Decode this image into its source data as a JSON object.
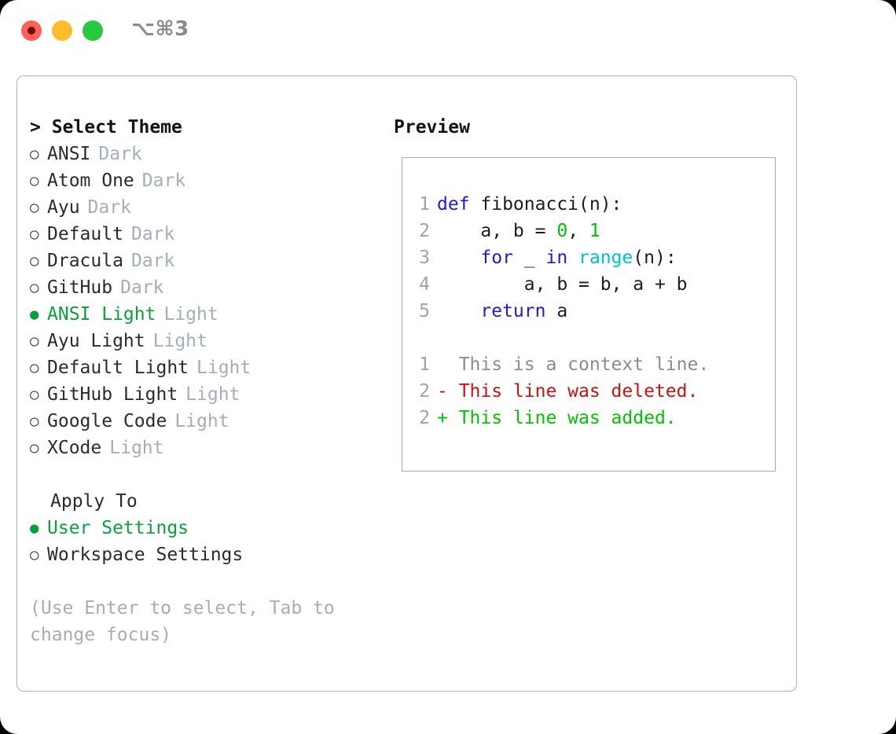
{
  "window": {
    "traffic_lights": [
      "close-red",
      "minimize-yellow",
      "maximize-green"
    ],
    "shortcut_label": "⌥⌘3",
    "colors": {
      "red": "#fe6158",
      "yellow": "#ffbd2e",
      "green": "#28c840",
      "accent_green": "#0aa03c",
      "muted": "#a4adbb",
      "border": "#a8b2bf"
    }
  },
  "theme_picker": {
    "title": "> Select Theme",
    "selected_bullet": "●",
    "unselected_bullet": "○",
    "items": [
      {
        "name": "ANSI",
        "category": "Dark",
        "selected": false
      },
      {
        "name": "Atom One",
        "category": "Dark",
        "selected": false
      },
      {
        "name": "Ayu",
        "category": "Dark",
        "selected": false
      },
      {
        "name": "Default",
        "category": "Dark",
        "selected": false
      },
      {
        "name": "Dracula",
        "category": "Dark",
        "selected": false
      },
      {
        "name": "GitHub",
        "category": "Dark",
        "selected": false
      },
      {
        "name": "ANSI Light",
        "category": "Light",
        "selected": true
      },
      {
        "name": "Ayu Light",
        "category": "Light",
        "selected": false
      },
      {
        "name": "Default Light",
        "category": "Light",
        "selected": false
      },
      {
        "name": "GitHub Light",
        "category": "Light",
        "selected": false
      },
      {
        "name": "Google Code",
        "category": "Light",
        "selected": false
      },
      {
        "name": "XCode",
        "category": "Light",
        "selected": false
      }
    ]
  },
  "apply_to": {
    "label": "Apply To",
    "options": [
      {
        "name": "User Settings",
        "selected": true
      },
      {
        "name": "Workspace Settings",
        "selected": false
      }
    ]
  },
  "help": {
    "text": "(Use Enter to select, Tab to change focus)"
  },
  "preview": {
    "title": "Preview",
    "code_lines": [
      {
        "no": "1",
        "tokens": [
          {
            "t": "def",
            "c": "kw"
          },
          {
            "t": " fibonacci(n):",
            "c": "plain"
          }
        ]
      },
      {
        "no": "2",
        "tokens": [
          {
            "t": "    a, b = ",
            "c": "plain"
          },
          {
            "t": "0",
            "c": "num"
          },
          {
            "t": ", ",
            "c": "plain"
          },
          {
            "t": "1",
            "c": "num"
          }
        ]
      },
      {
        "no": "3",
        "tokens": [
          {
            "t": "    ",
            "c": "plain"
          },
          {
            "t": "for",
            "c": "kw"
          },
          {
            "t": " _ ",
            "c": "plain"
          },
          {
            "t": "in",
            "c": "kw"
          },
          {
            "t": " ",
            "c": "plain"
          },
          {
            "t": "range",
            "c": "fn"
          },
          {
            "t": "(n):",
            "c": "plain"
          }
        ]
      },
      {
        "no": "4",
        "tokens": [
          {
            "t": "        a, b = b, a + b",
            "c": "plain"
          }
        ]
      },
      {
        "no": "5",
        "tokens": [
          {
            "t": "    ",
            "c": "plain"
          },
          {
            "t": "return",
            "c": "kw"
          },
          {
            "t": " a",
            "c": "plain"
          }
        ]
      }
    ],
    "diff_lines": [
      {
        "no": "1",
        "marker": "  ",
        "text": "This is a context line.",
        "kind": "ctx"
      },
      {
        "no": "2",
        "marker": "- ",
        "text": "This line was deleted.",
        "kind": "del"
      },
      {
        "no": "2",
        "marker": "+ ",
        "text": "This line was added.",
        "kind": "add"
      }
    ]
  }
}
